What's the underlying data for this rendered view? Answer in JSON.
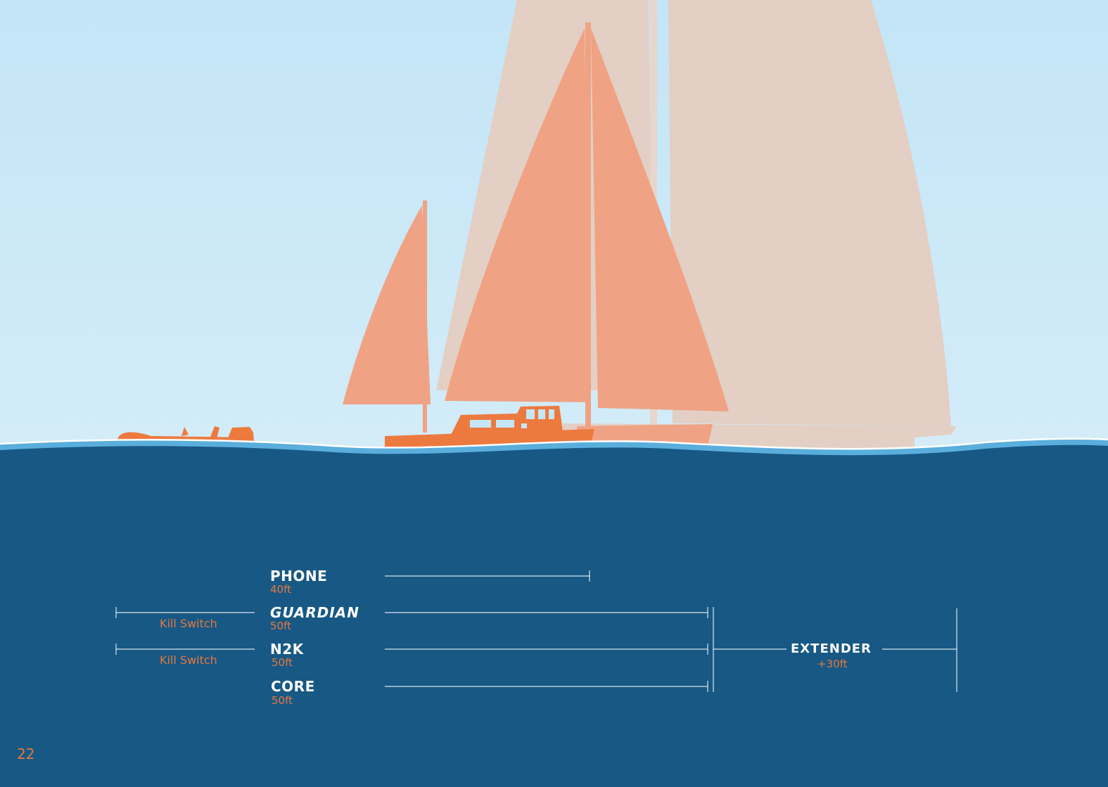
{
  "page_number": "22",
  "colors": {
    "sky": "#c5e6f6",
    "sea": "#175884",
    "boat_orange": "#ec7a3f",
    "sail_mid": "#efa384",
    "sail_light": "#e3cfc4",
    "accent": "#e8783e"
  },
  "ranges": [
    {
      "product": "PHONE",
      "distance": "40ft"
    },
    {
      "product": "GUARDIAN",
      "distance": "50ft",
      "note": "Kill Switch"
    },
    {
      "product": "N2K",
      "distance": "50ft",
      "note": "Kill Switch"
    },
    {
      "product": "CORE",
      "distance": "50ft"
    }
  ],
  "extender": {
    "product": "EXTENDER",
    "distance": "+30ft"
  }
}
